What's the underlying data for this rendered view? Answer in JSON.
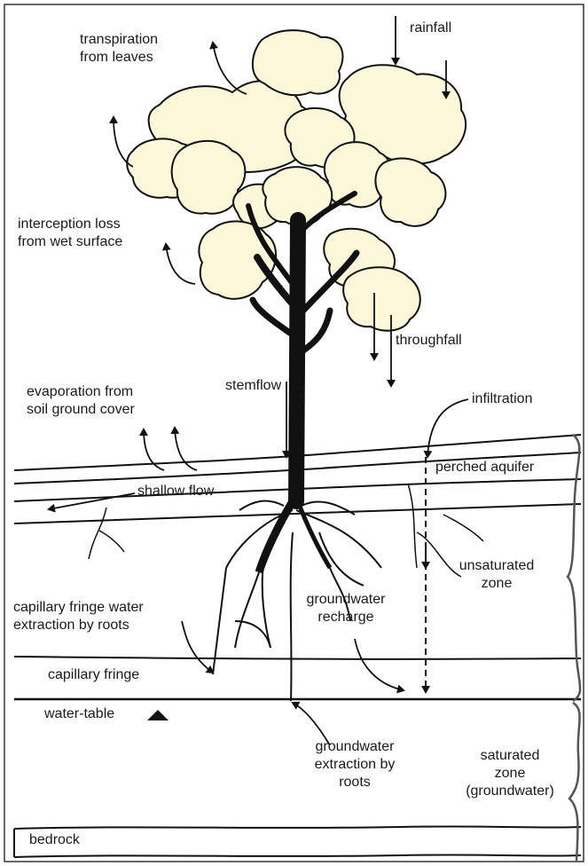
{
  "labels": {
    "transpiration": "transpiration\nfrom leaves",
    "rainfall": "rainfall",
    "interception": "interception loss\nfrom wet surface",
    "throughfall": "throughfall",
    "stemflow": "stemflow",
    "evaporation": "evaporation from\nsoil ground cover",
    "infiltration": "infiltration",
    "perched_aquifer": "perched aquifer",
    "shallow_flow": "shallow flow",
    "unsaturated_zone": "unsaturated\nzone",
    "groundwater_recharge": "groundwater\nrecharge",
    "capillary_extraction": "capillary fringe water\nextraction by roots",
    "capillary_fringe": "capillary fringe",
    "water_table": "water-table",
    "groundwater_extraction": "groundwater\nextraction by\nroots",
    "saturated_zone": "saturated\nzone\n(groundwater)",
    "bedrock": "bedrock"
  },
  "colors": {
    "canopy_fill": "#fbf7d8",
    "ink": "#111111",
    "frame": "#333333"
  }
}
